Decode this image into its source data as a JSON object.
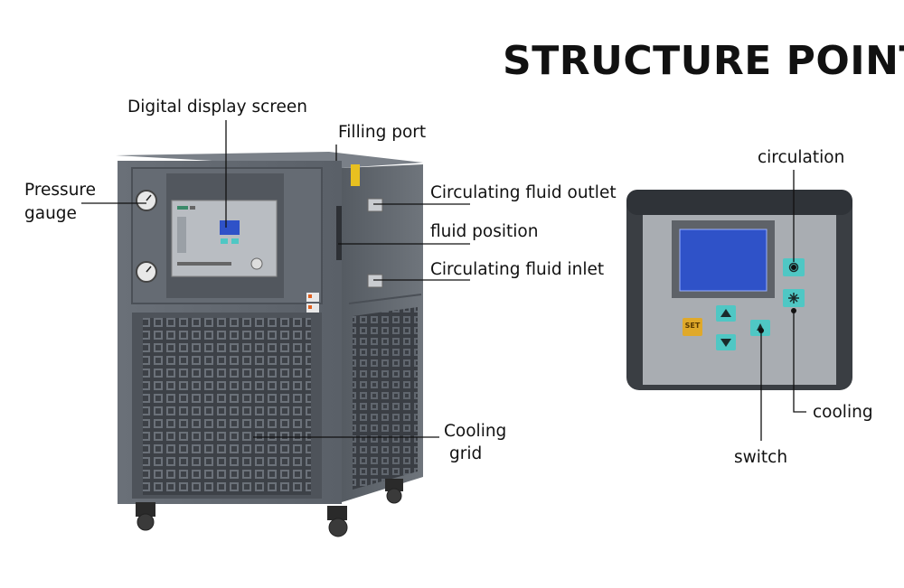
{
  "title": "STRUCTURE POINT",
  "callouts": {
    "digital_display": "Digital display screen",
    "filling_port": "Filling port",
    "pressure_gauge_line1": "Pressure",
    "pressure_gauge_line2": "gauge",
    "fluid_outlet": "Circulating fluid outlet",
    "fluid_position": "fluid position",
    "fluid_inlet": "Circulating fluid inlet",
    "cooling_grid_line1": "Cooling",
    "cooling_grid_line2": "grid"
  },
  "panel_callouts": {
    "circulation": "circulation",
    "cooling": "cooling",
    "switch": "switch"
  },
  "panel_buttons": {
    "set": "SET"
  },
  "colors": {
    "cabinet": "#5d636b",
    "cabinet_dark": "#4a4f56",
    "panel_bg": "#a9adb2",
    "lcd": "#2f52c8",
    "button_teal": "#4fc7c4",
    "button_set": "#e0a92a"
  }
}
